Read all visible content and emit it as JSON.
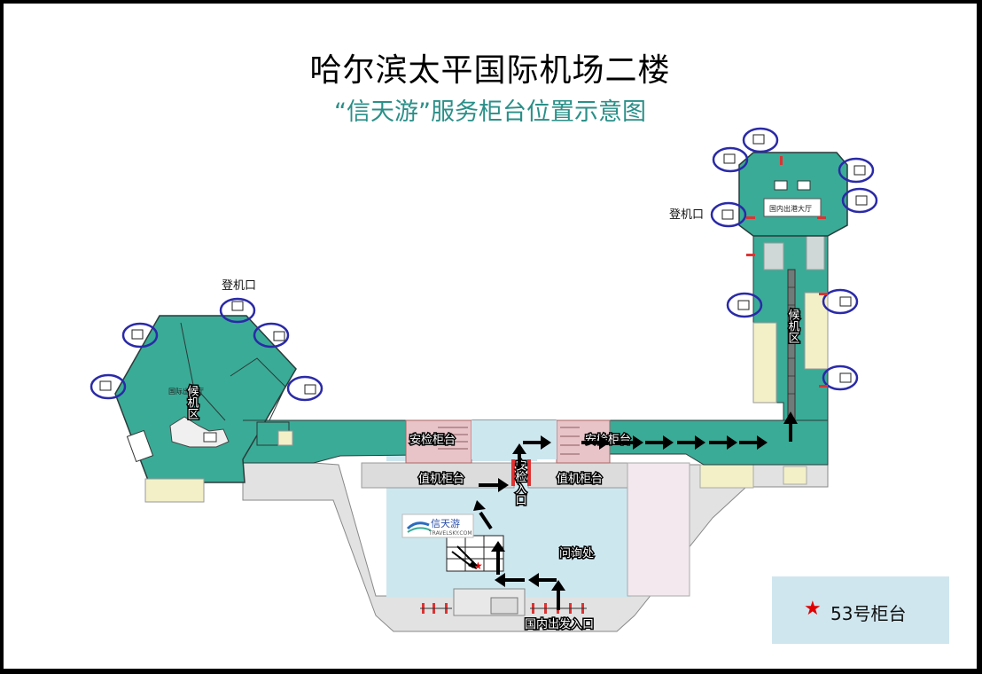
{
  "title": "哈尔滨太平国际机场二楼",
  "subtitle": "“信天游”服务柜台位置示意图",
  "labels": {
    "gate_left": "登机口",
    "gate_right": "登机口",
    "waiting_left": "候机区",
    "waiting_right": "候机区",
    "intl_departure_hall": "国际出港厅",
    "dom_departure_hall": "国内出港大厅",
    "security_counter_left": "安检柜台",
    "security_counter_right": "安检柜台",
    "checkin_counter_left": "值机柜台",
    "checkin_counter_right": "值机柜台",
    "security_entrance": "安检入口",
    "information_desk": "问询处",
    "domestic_departure_entrance": "国内出发入口",
    "logo_text": "信天游",
    "logo_subtext": "TRAVELSKY.COM"
  },
  "legend": {
    "marker": "★",
    "label": "53号柜台"
  },
  "colors": {
    "floor_teal": "#3aab96",
    "wall_dark": "#2b3a3a",
    "gate_circle": "#2a2aa8",
    "hall_blue": "#cde7ef",
    "security_pink": "#e8c4c8",
    "corridor_gray": "#d8d8d8",
    "beige": "#f3f0c8",
    "star_red": "#e00000",
    "subtitle_teal": "#2a8f88"
  }
}
